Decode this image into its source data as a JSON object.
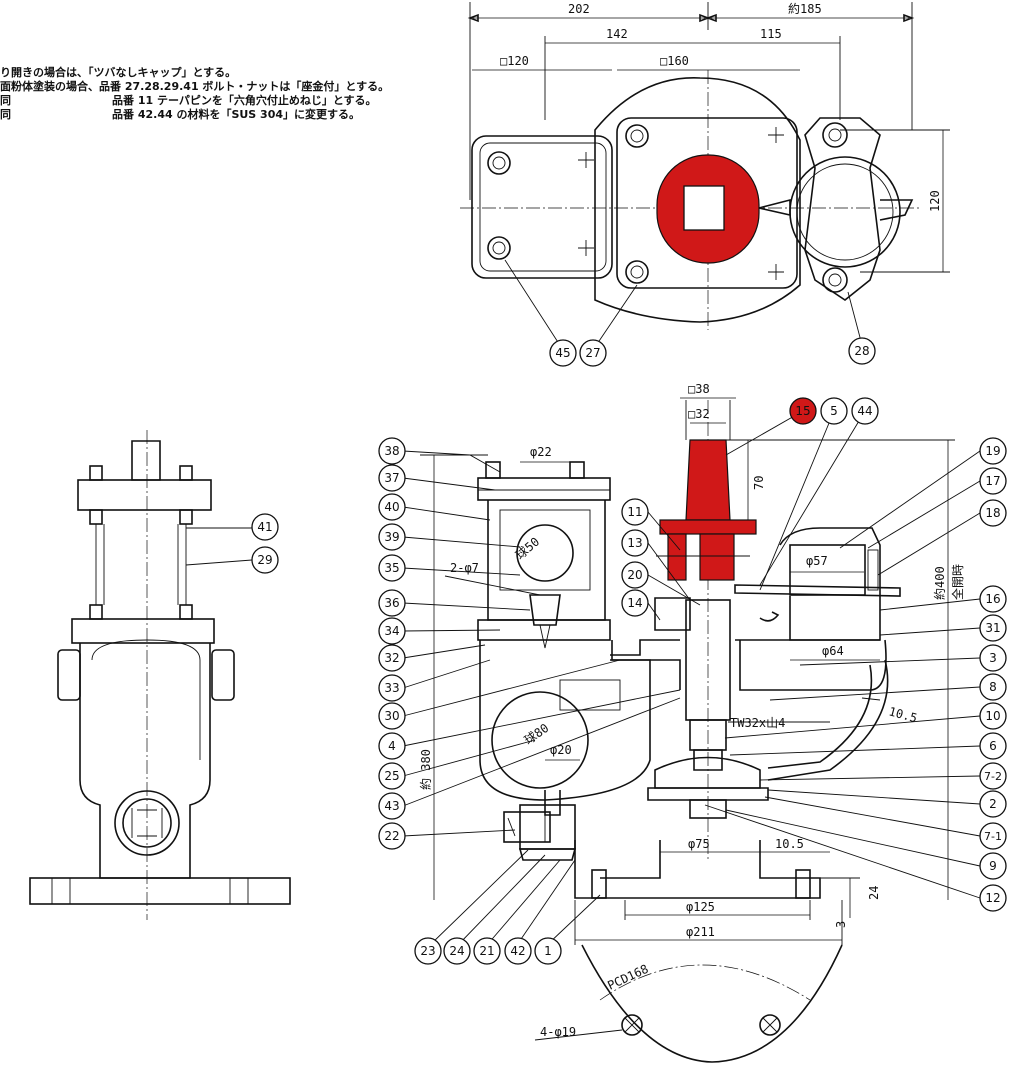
{
  "notes": [
    {
      "a": "り開きの場合は、「ツバなしキャップ」とする。",
      "b": ""
    },
    {
      "a": "面粉体塗装の場合、品番 27.28.29.41 ボルト・ナットは「座金付」とする。",
      "b": ""
    },
    {
      "a": "同",
      "b": "品番 11 テーパピンを「六角穴付止めねじ」とする。"
    },
    {
      "a": "同",
      "b": "品番 42.44 の材料を「SUS 304」に変更する。"
    }
  ],
  "dims": {
    "d202": "202",
    "d185": "約185",
    "d142": "142",
    "d115": "115",
    "sq120": "□120",
    "sq160": "□160",
    "d120v": "120",
    "sq38": "□38",
    "sq32": "□32",
    "d70": "70",
    "phi22": "φ22",
    "ball50": "球50",
    "hole2": "2-φ7",
    "phi57": "φ57",
    "phi64": "φ64",
    "t105a": "10.5",
    "thread": "TW32x山4",
    "ball80": "球80",
    "phi20": "φ20",
    "phi75": "φ75",
    "t105b": "10.5",
    "d24": "24",
    "d3": "3",
    "phi125": "φ125",
    "phi211": "φ211",
    "pcd": "PCD168",
    "holes4": "4-φ19",
    "h380": "約 380",
    "h400": "約400",
    "fullopen": "全開時"
  },
  "balloons": {
    "b45": "45",
    "b27": "27",
    "b28": "28",
    "b41": "41",
    "b29": "29",
    "b38": "38",
    "b37": "37",
    "b40": "40",
    "b39": "39",
    "b35": "35",
    "b36": "36",
    "b34": "34",
    "b32": "32",
    "b33": "33",
    "b30": "30",
    "b4": "4",
    "b25": "25",
    "b43": "43",
    "b22": "22",
    "b23": "23",
    "b24": "24",
    "b21": "21",
    "b42": "42",
    "b1": "1",
    "b11": "11",
    "b13": "13",
    "b20": "20",
    "b14": "14",
    "b15": "15",
    "b5": "5",
    "b44": "44",
    "b19": "19",
    "b17": "17",
    "b18": "18",
    "b16": "16",
    "b31": "31",
    "b3": "3",
    "b8": "8",
    "b10": "10",
    "b6": "6",
    "b72": "7-2",
    "b2": "2",
    "b71": "7-1",
    "b9": "9",
    "b12": "12"
  },
  "colors": {
    "highlight": "#d01818",
    "line": "#111111"
  }
}
